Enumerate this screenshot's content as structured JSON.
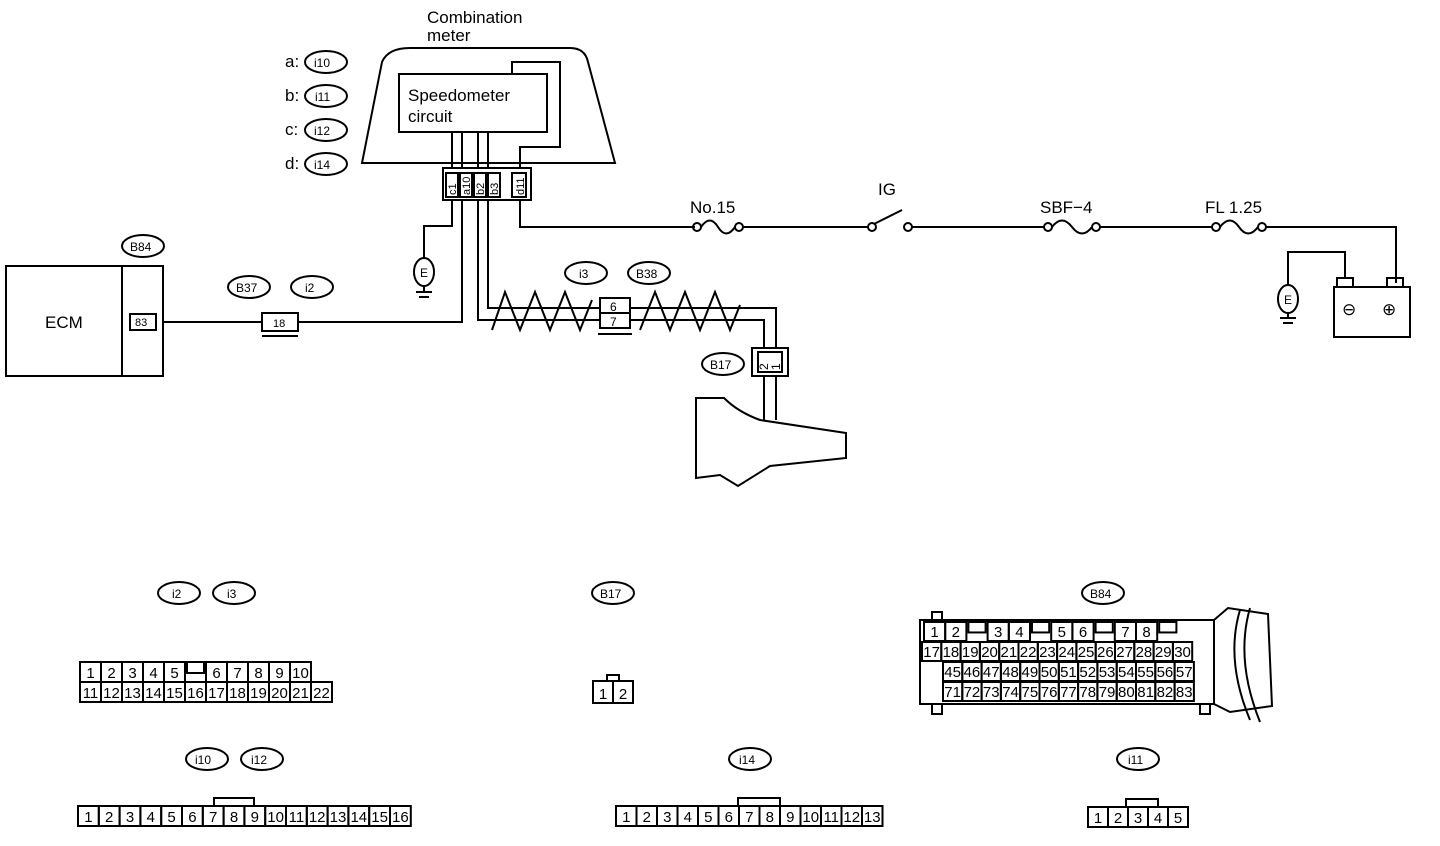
{
  "meter": {
    "title_line1": "Combination",
    "title_line2": "meter",
    "circuit_line1": "Speedometer",
    "circuit_line2": "circuit",
    "pins": [
      "c1",
      "a10",
      "b2",
      "b3",
      "d11"
    ]
  },
  "legend": [
    {
      "prefix": "a:",
      "conn": "i10"
    },
    {
      "prefix": "b:",
      "conn": "i11"
    },
    {
      "prefix": "c:",
      "conn": "i12"
    },
    {
      "prefix": "d:",
      "conn": "i14"
    }
  ],
  "ecm": {
    "label": "ECM",
    "conn": "B84",
    "pin": "83"
  },
  "wire": {
    "conn_b37": "B37",
    "conn_i2": "i2",
    "joint_pin": "18",
    "conn_i3": "i3",
    "conn_b38": "B38",
    "joint_pin_top": "6",
    "joint_pin_bottom": "7"
  },
  "sensor": {
    "conn": "B17",
    "pin_left": "2",
    "pin_right": "1"
  },
  "ground_label": "E",
  "power": {
    "fuse": "No.15",
    "switch": "IG",
    "sbf": "SBF−4",
    "fl": "FL 1.25"
  },
  "battery": {
    "neg": "⊖",
    "pos": "⊕"
  },
  "connectors": {
    "i2_i3": {
      "labels": [
        "i2",
        "i3"
      ],
      "row1": [
        "1",
        "2",
        "3",
        "4",
        "5",
        "",
        "6",
        "7",
        "8",
        "9",
        "10"
      ],
      "row2": [
        "11",
        "12",
        "13",
        "14",
        "15",
        "16",
        "17",
        "18",
        "19",
        "20",
        "21",
        "22"
      ]
    },
    "b17": {
      "label": "B17",
      "pins": [
        "1",
        "2"
      ]
    },
    "b84": {
      "label": "B84",
      "row1": [
        "1",
        "2",
        "",
        "3",
        "4",
        "",
        "5",
        "6",
        "",
        "7",
        "8",
        ""
      ],
      "row2": [
        "17",
        "18",
        "19",
        "20",
        "21",
        "22",
        "23",
        "24",
        "25",
        "26",
        "27",
        "28",
        "29",
        "30"
      ],
      "row3": [
        "45",
        "46",
        "47",
        "48",
        "49",
        "50",
        "51",
        "52",
        "53",
        "54",
        "55",
        "56",
        "57"
      ],
      "row4": [
        "71",
        "72",
        "73",
        "74",
        "75",
        "76",
        "77",
        "78",
        "79",
        "80",
        "81",
        "82",
        "83"
      ]
    },
    "i10_i12": {
      "labels": [
        "i10",
        "i12"
      ],
      "pins": [
        "1",
        "2",
        "3",
        "4",
        "5",
        "6",
        "7",
        "8",
        "9",
        "10",
        "11",
        "12",
        "13",
        "14",
        "15",
        "16"
      ]
    },
    "i14": {
      "label": "i14",
      "pins": [
        "1",
        "2",
        "3",
        "4",
        "5",
        "6",
        "7",
        "8",
        "9",
        "10",
        "11",
        "12",
        "13"
      ]
    },
    "i11": {
      "label": "i11",
      "pins": [
        "1",
        "2",
        "3",
        "4",
        "5"
      ]
    }
  }
}
